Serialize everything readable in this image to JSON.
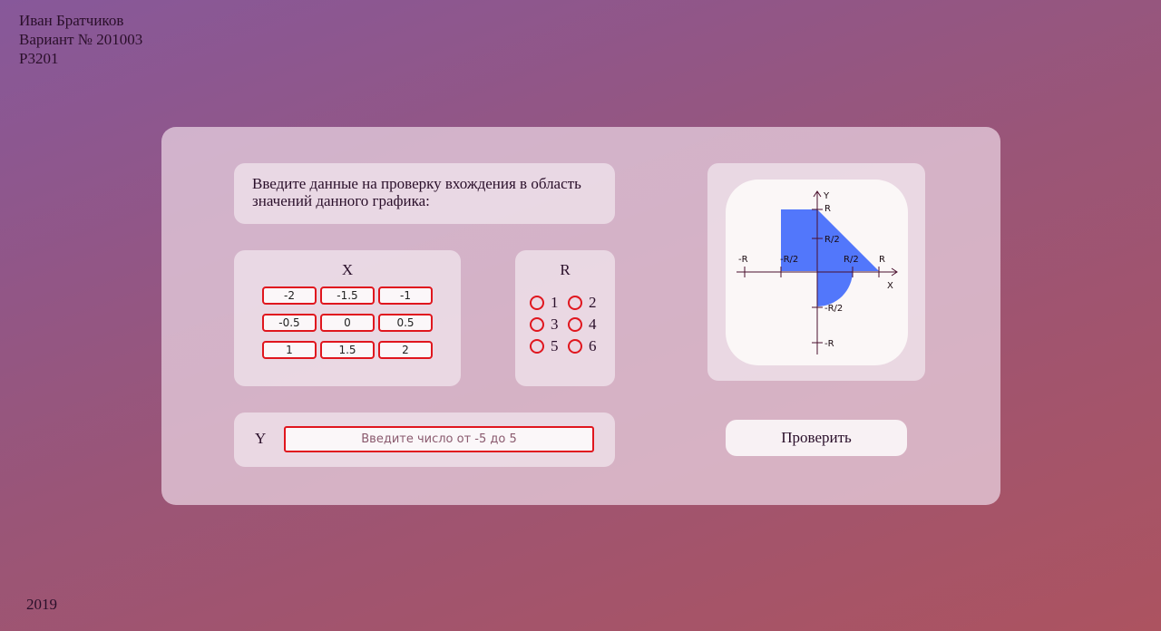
{
  "header": {
    "name": "Иван Братчиков",
    "variant": "Вариант № 201003",
    "group": "P3201"
  },
  "footer": {
    "year": "2019"
  },
  "intro": {
    "text": "Введите данные на проверку вхождения в область значений данного графика:"
  },
  "x_section": {
    "title": "X",
    "values": [
      "-2",
      "-1.5",
      "-1",
      "-0.5",
      "0",
      "0.5",
      "1",
      "1.5",
      "2"
    ]
  },
  "r_section": {
    "title": "R",
    "options": [
      "1",
      "2",
      "3",
      "4",
      "5",
      "6"
    ]
  },
  "y_section": {
    "label": "Y",
    "placeholder": "Введите число от -5 до 5",
    "value": ""
  },
  "graph": {
    "labels": {
      "y_axis": "Y",
      "x_axis": "X",
      "r_top": "R",
      "r_half_top": "R/2",
      "neg_r_left": "-R",
      "neg_r_half_left": "-R/2",
      "r_half_right": "R/2",
      "r_right": "R",
      "neg_r_half_bottom": "-R/2",
      "neg_r_bottom": "-R"
    },
    "area_color": "#5277fb",
    "axis_color": "#4a0f2c"
  },
  "check_button": {
    "label": "Проверить"
  },
  "colors": {
    "accent_border": "#e0161e"
  }
}
